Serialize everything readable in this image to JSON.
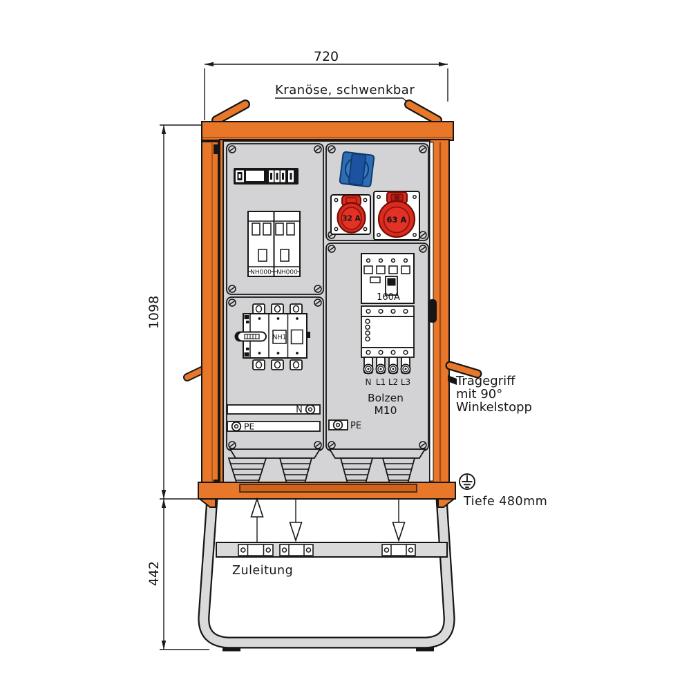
{
  "drawing": {
    "dimensions": {
      "width_top": "720",
      "height_left": "1098",
      "base_height": "442"
    },
    "labels": {
      "crane": "Kranöse, schwenkbar",
      "handle_line1": "Tragegriff",
      "handle_line2": "mit 90°",
      "handle_line3": "Winkelstopp",
      "depth": "Tiefe 480mm",
      "supply": "Zuleitung",
      "bolt_line1": "Bolzen",
      "bolt_line2": "M10"
    },
    "components": {
      "fuse_nh000": "NH000",
      "fuse_nh1": "NH1",
      "breaker": "160A",
      "socket_small": "32 A",
      "socket_large": "63 A",
      "terminals": [
        "N",
        "L1",
        "L2",
        "L3"
      ],
      "busbar_n": "N",
      "busbar_pe": "PE"
    },
    "colors": {
      "orange": "#E8772A",
      "orange_seam": "#A04A12",
      "panel_gray": "#D4D4D6",
      "tube_gray": "#DADADA",
      "red": "#DB2A1E",
      "red_dark": "#6E0F08",
      "blue": "#2E6CB4",
      "blue_dark": "#0E3A6E",
      "line": "#161616"
    }
  }
}
